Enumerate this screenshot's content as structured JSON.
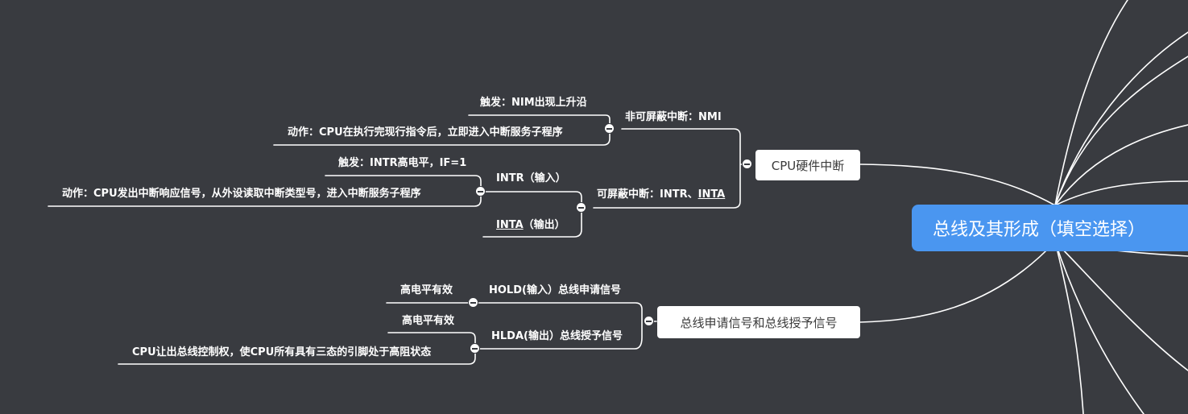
{
  "root": {
    "label": "总线及其形成（填空选择）"
  },
  "cpu_interrupt": {
    "label": "CPU硬件中断",
    "nmi": {
      "label": "非可屏蔽中断：NMI",
      "trigger": "触发：NIM出现上升沿",
      "action": "动作：CPU在执行完现行指令后，立即进入中断服务子程序"
    },
    "maskable": {
      "label_prefix": "可屏蔽中断：INTR、",
      "label_overline": "INTA",
      "intr": {
        "label": "INTR（输入）",
        "trigger": "触发：INTR高电平，IF=1",
        "action": "动作：CPU发出中断响应信号，从外设读取中断类型号，进入中断服务子程序"
      },
      "inta": {
        "label_overline": "INTA",
        "label_suffix": "（输出）"
      }
    }
  },
  "bus_signals": {
    "label": "总线申请信号和总线授予信号",
    "hold": {
      "label": "HOLD(输入）总线申请信号",
      "note": "高电平有效"
    },
    "hlda": {
      "label": "HLDA(输出）总线授予信号",
      "note": "高电平有效",
      "action": "CPU让出总线控制权，使CPU所有具有三态的引脚处于高阻状态"
    }
  },
  "colors": {
    "background": "#393b40",
    "root": "#4a96f0",
    "line": "#ffffff"
  }
}
